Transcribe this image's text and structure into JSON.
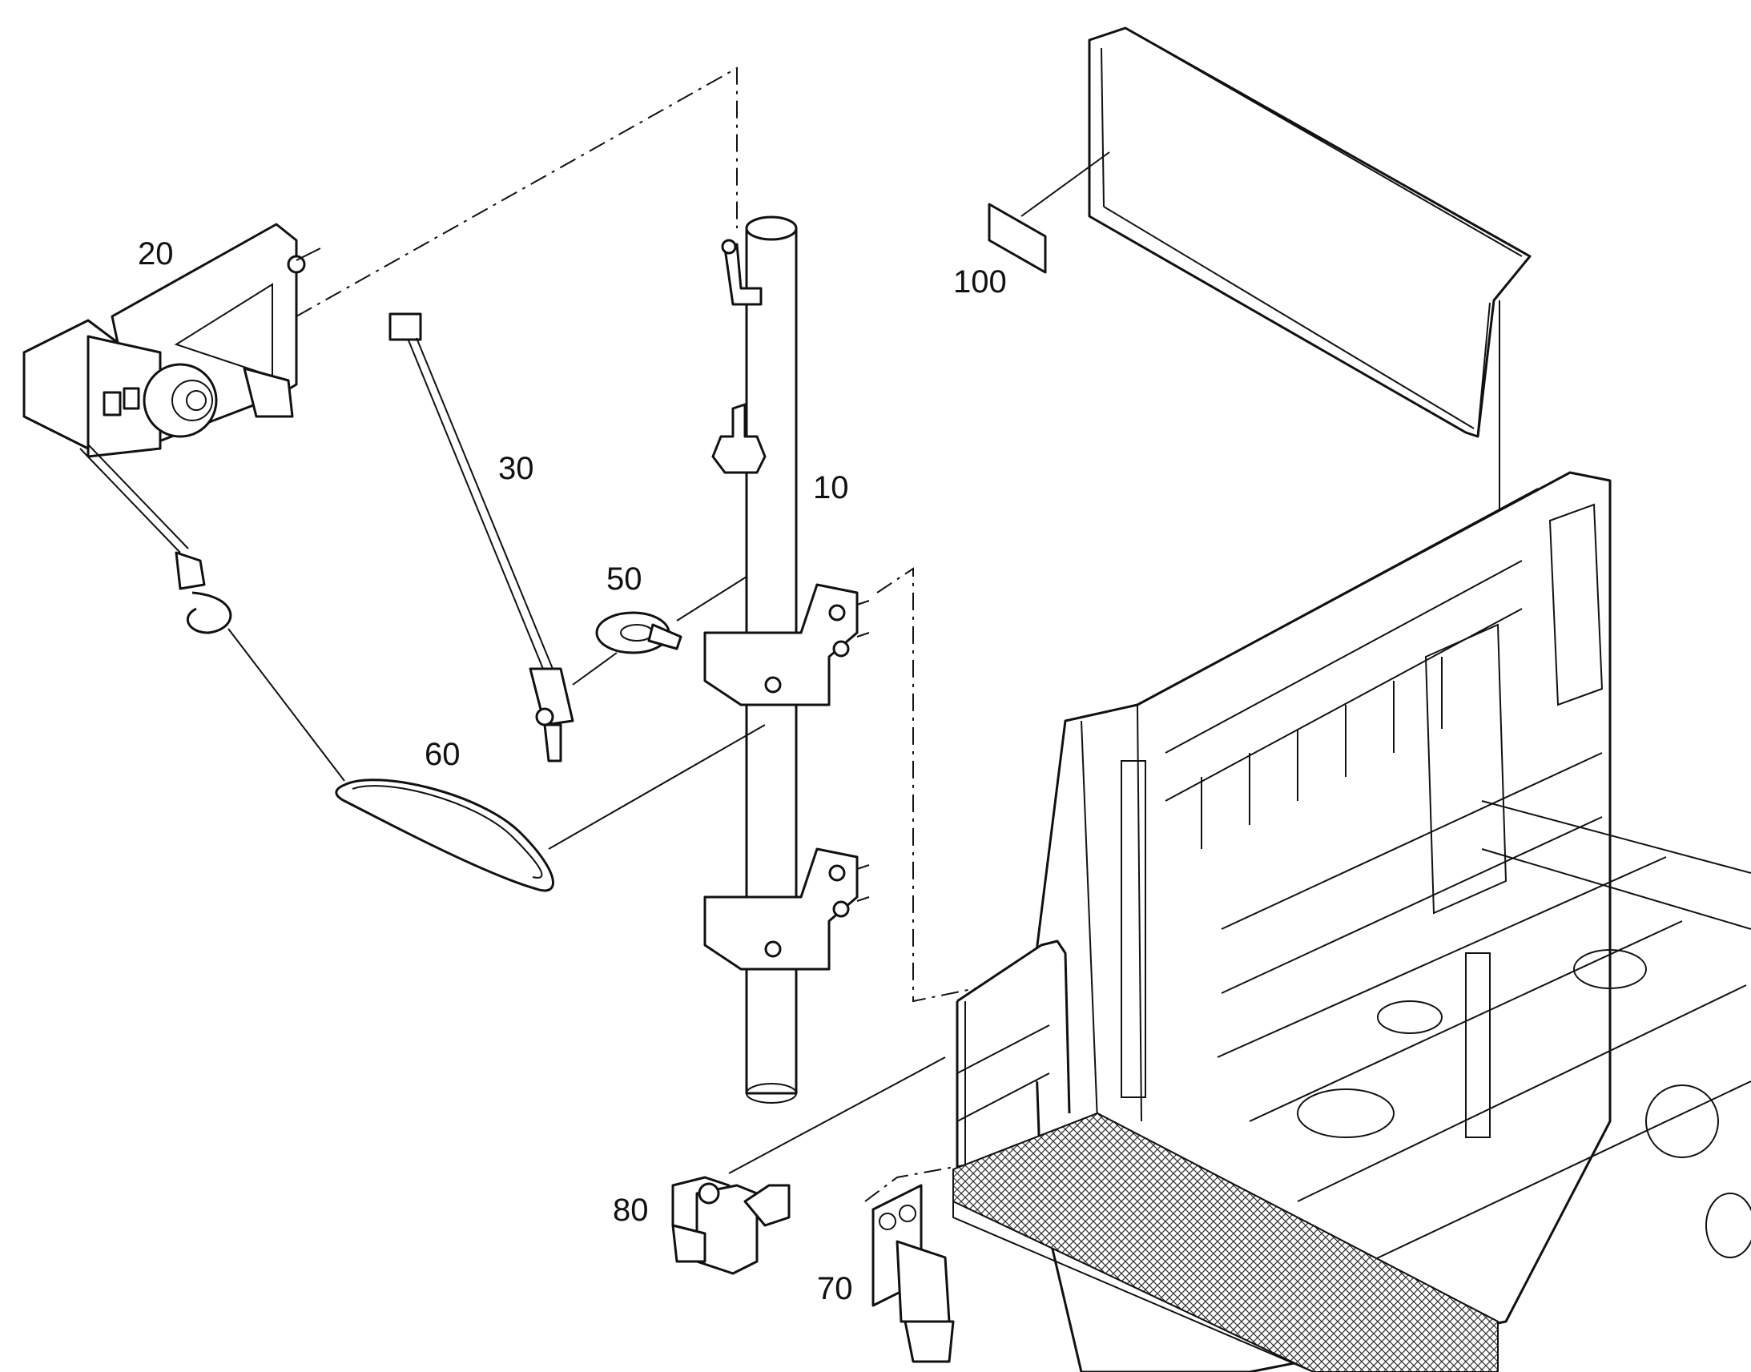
{
  "diagram": {
    "callouts": [
      {
        "id": "label_10",
        "text": "10"
      },
      {
        "id": "label_20",
        "text": "20"
      },
      {
        "id": "label_30",
        "text": "30"
      },
      {
        "id": "label_50",
        "text": "50"
      },
      {
        "id": "label_60",
        "text": "60"
      },
      {
        "id": "label_70",
        "text": "70"
      },
      {
        "id": "label_80",
        "text": "80"
      },
      {
        "id": "label_100",
        "text": "100"
      }
    ]
  }
}
